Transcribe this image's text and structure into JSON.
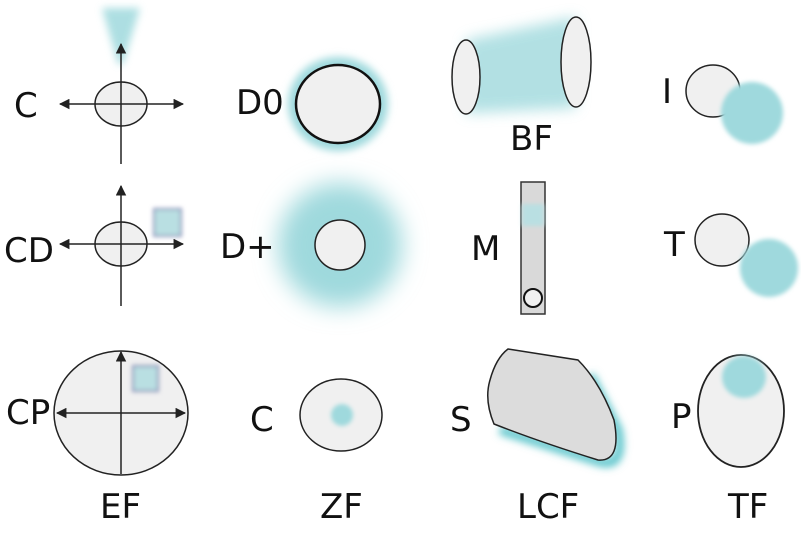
{
  "colors": {
    "glow": "#9fd9dd",
    "shape_fill": "#f0f0f0",
    "stroke": "#222222",
    "background": "#ffffff"
  },
  "grid": {
    "row1": {
      "col1": "C",
      "col2": "D0",
      "col3": "BF",
      "col4": "I"
    },
    "row2": {
      "col1": "CD",
      "col2": "D+",
      "col3": "M",
      "col4": "T"
    },
    "row3": {
      "col1": "CP",
      "col2": "C",
      "col3": "S",
      "col4": "P"
    }
  },
  "footer": [
    "EF",
    "ZF",
    "LCF",
    "TF"
  ]
}
